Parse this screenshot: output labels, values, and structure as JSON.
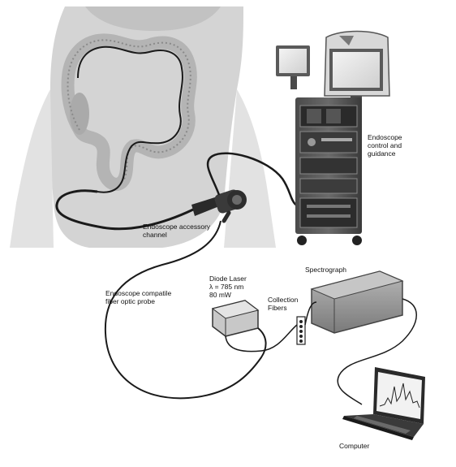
{
  "labels": {
    "endoscope_control": [
      "Endoscope",
      "control and",
      "guidance"
    ],
    "accessory_channel": [
      "Endoscope accessory",
      "channel"
    ],
    "diode_laser": [
      "Diode Laser",
      "λ = 785 nm",
      "80 mW"
    ],
    "collection_fibers": [
      "Collection",
      "Fibers"
    ],
    "spectrograph": "Spectrograph",
    "probe": [
      "Endoscope compatile",
      "fiber optic probe"
    ],
    "computer": "Computer"
  },
  "colors": {
    "body": "#d2d2d2",
    "colon": "#b4b4b4",
    "cable": "#1a1a1a",
    "device": "#8a8a8a"
  }
}
